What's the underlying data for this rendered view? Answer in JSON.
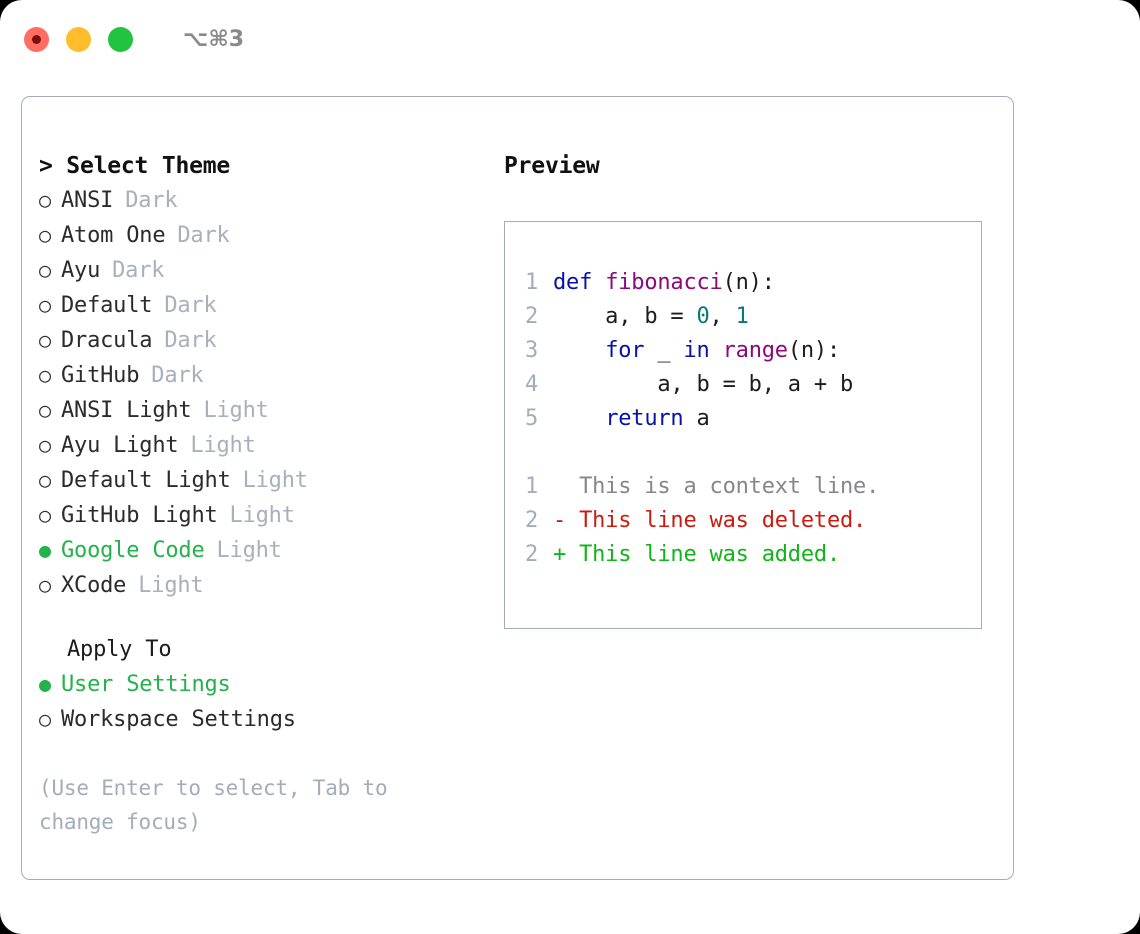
{
  "titlebar": {
    "shortcut": "⌥⌘3",
    "lights": [
      {
        "name": "close",
        "color": "#ff6d63"
      },
      {
        "name": "minimize",
        "color": "#ffbd2e"
      },
      {
        "name": "maximize",
        "color": "#22c33e"
      }
    ]
  },
  "theme_picker": {
    "header": "> Select Theme",
    "marker_selected": "●",
    "marker_unselected": "○",
    "accent_color": "#23b24b",
    "badge_color": "#a8b0bc",
    "items": [
      {
        "label": "ANSI",
        "badge": "Dark",
        "selected": false
      },
      {
        "label": "Atom One",
        "badge": "Dark",
        "selected": false
      },
      {
        "label": "Ayu",
        "badge": "Dark",
        "selected": false
      },
      {
        "label": "Default",
        "badge": "Dark",
        "selected": false
      },
      {
        "label": "Dracula",
        "badge": "Dark",
        "selected": false
      },
      {
        "label": "GitHub",
        "badge": "Dark",
        "selected": false
      },
      {
        "label": "ANSI Light",
        "badge": "Light",
        "selected": false
      },
      {
        "label": "Ayu Light",
        "badge": "Light",
        "selected": false
      },
      {
        "label": "Default Light",
        "badge": "Light",
        "selected": false
      },
      {
        "label": "GitHub Light",
        "badge": "Light",
        "selected": false
      },
      {
        "label": "Google Code",
        "badge": "Light",
        "selected": true
      },
      {
        "label": "XCode",
        "badge": "Light",
        "selected": false
      }
    ]
  },
  "apply_to": {
    "header": "Apply To",
    "items": [
      {
        "label": "User Settings",
        "selected": true
      },
      {
        "label": "Workspace Settings",
        "selected": false
      }
    ]
  },
  "hint": "(Use Enter to select, Tab to change focus)",
  "preview": {
    "title": "Preview",
    "code_lines": [
      {
        "number": "1",
        "tokens": [
          {
            "text": "def ",
            "kind": "kw"
          },
          {
            "text": "fibonacci",
            "kind": "fn"
          },
          {
            "text": "(n):",
            "kind": "pl"
          }
        ]
      },
      {
        "number": "2",
        "tokens": [
          {
            "text": "    a, b = ",
            "kind": "pl"
          },
          {
            "text": "0",
            "kind": "num"
          },
          {
            "text": ", ",
            "kind": "pl"
          },
          {
            "text": "1",
            "kind": "num"
          }
        ]
      },
      {
        "number": "3",
        "tokens": [
          {
            "text": "    ",
            "kind": "pl"
          },
          {
            "text": "for ",
            "kind": "kw"
          },
          {
            "text": "_ ",
            "kind": "pl"
          },
          {
            "text": "in ",
            "kind": "kw"
          },
          {
            "text": "range",
            "kind": "fn"
          },
          {
            "text": "(n):",
            "kind": "pl"
          }
        ]
      },
      {
        "number": "4",
        "tokens": [
          {
            "text": "        a, b = b, a + b",
            "kind": "pl"
          }
        ]
      },
      {
        "number": "5",
        "tokens": [
          {
            "text": "    ",
            "kind": "pl"
          },
          {
            "text": "return ",
            "kind": "kw"
          },
          {
            "text": "a",
            "kind": "pl"
          }
        ]
      }
    ],
    "diff_lines": [
      {
        "number": "1",
        "text": "  This is a context line.",
        "kind": "ctx"
      },
      {
        "number": "2",
        "text": "- This line was deleted.",
        "kind": "del"
      },
      {
        "number": "2",
        "text": "+ This line was added.",
        "kind": "add"
      }
    ],
    "syntax_colors": {
      "keyword": "#0712a8",
      "function": "#8b0a7a",
      "number": "#0b7676",
      "plain": "#1c1c1c",
      "linenumber": "#a3adba",
      "diff_context": "#86868b",
      "diff_deleted": "#cc1b11",
      "diff_added": "#11b51b"
    }
  }
}
